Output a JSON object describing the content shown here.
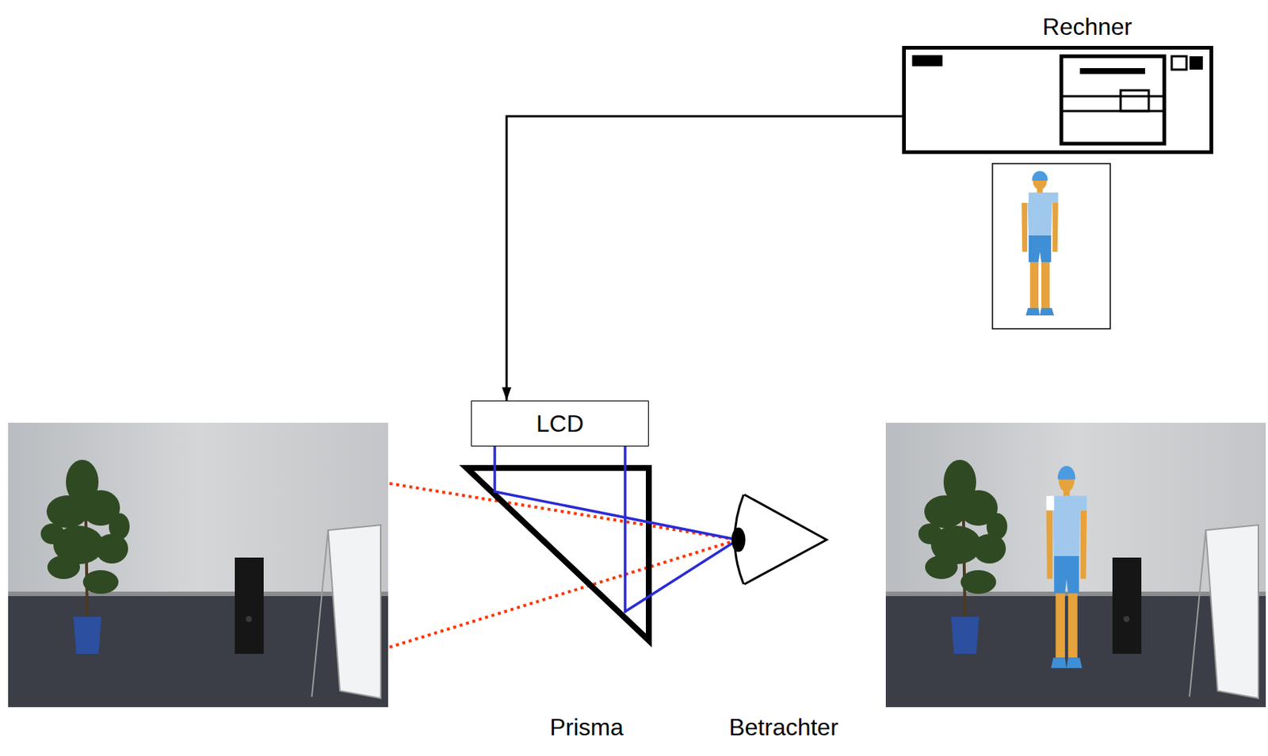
{
  "diagram": {
    "nodes": [
      {
        "text": [
          "Rechner"
        ]
      },
      {
        "text": [
          "LCD"
        ]
      }
    ],
    "edges": [
      {
        "from": 0,
        "to": 1,
        "arrow": "to"
      }
    ],
    "labels": [
      "Prisma",
      "Betrachter"
    ]
  }
}
